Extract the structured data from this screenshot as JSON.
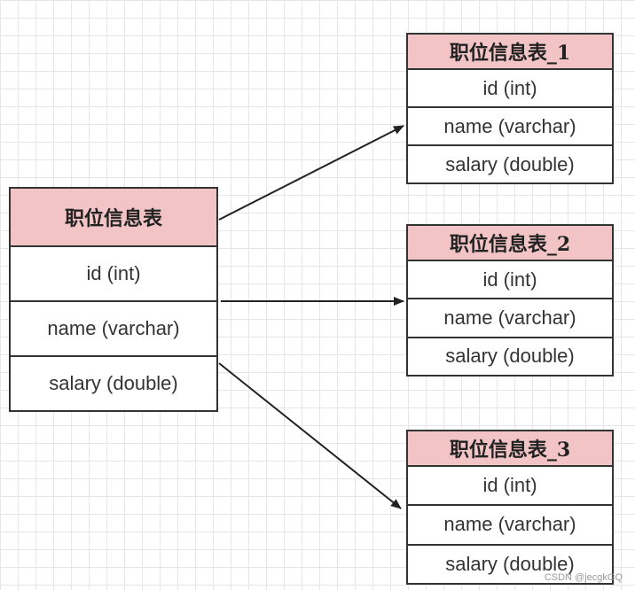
{
  "source_table": {
    "title": "职位信息表",
    "fields": [
      "id (int)",
      "name (varchar)",
      "salary (double)"
    ]
  },
  "target_tables": [
    {
      "title": "职位信息表_1",
      "fields": [
        "id (int)",
        "name (varchar)",
        "salary (double)"
      ]
    },
    {
      "title": "职位信息表_2",
      "fields": [
        "id (int)",
        "name (varchar)",
        "salary (double)"
      ]
    },
    {
      "title": "职位信息表_3",
      "fields": [
        "id (int)",
        "name (varchar)",
        "salary (double)"
      ]
    }
  ],
  "watermark": "CSDN @jecgkGQ",
  "colors": {
    "header_fill": "#f2c4c6",
    "border": "#333333",
    "grid": "#e6e6e6"
  }
}
